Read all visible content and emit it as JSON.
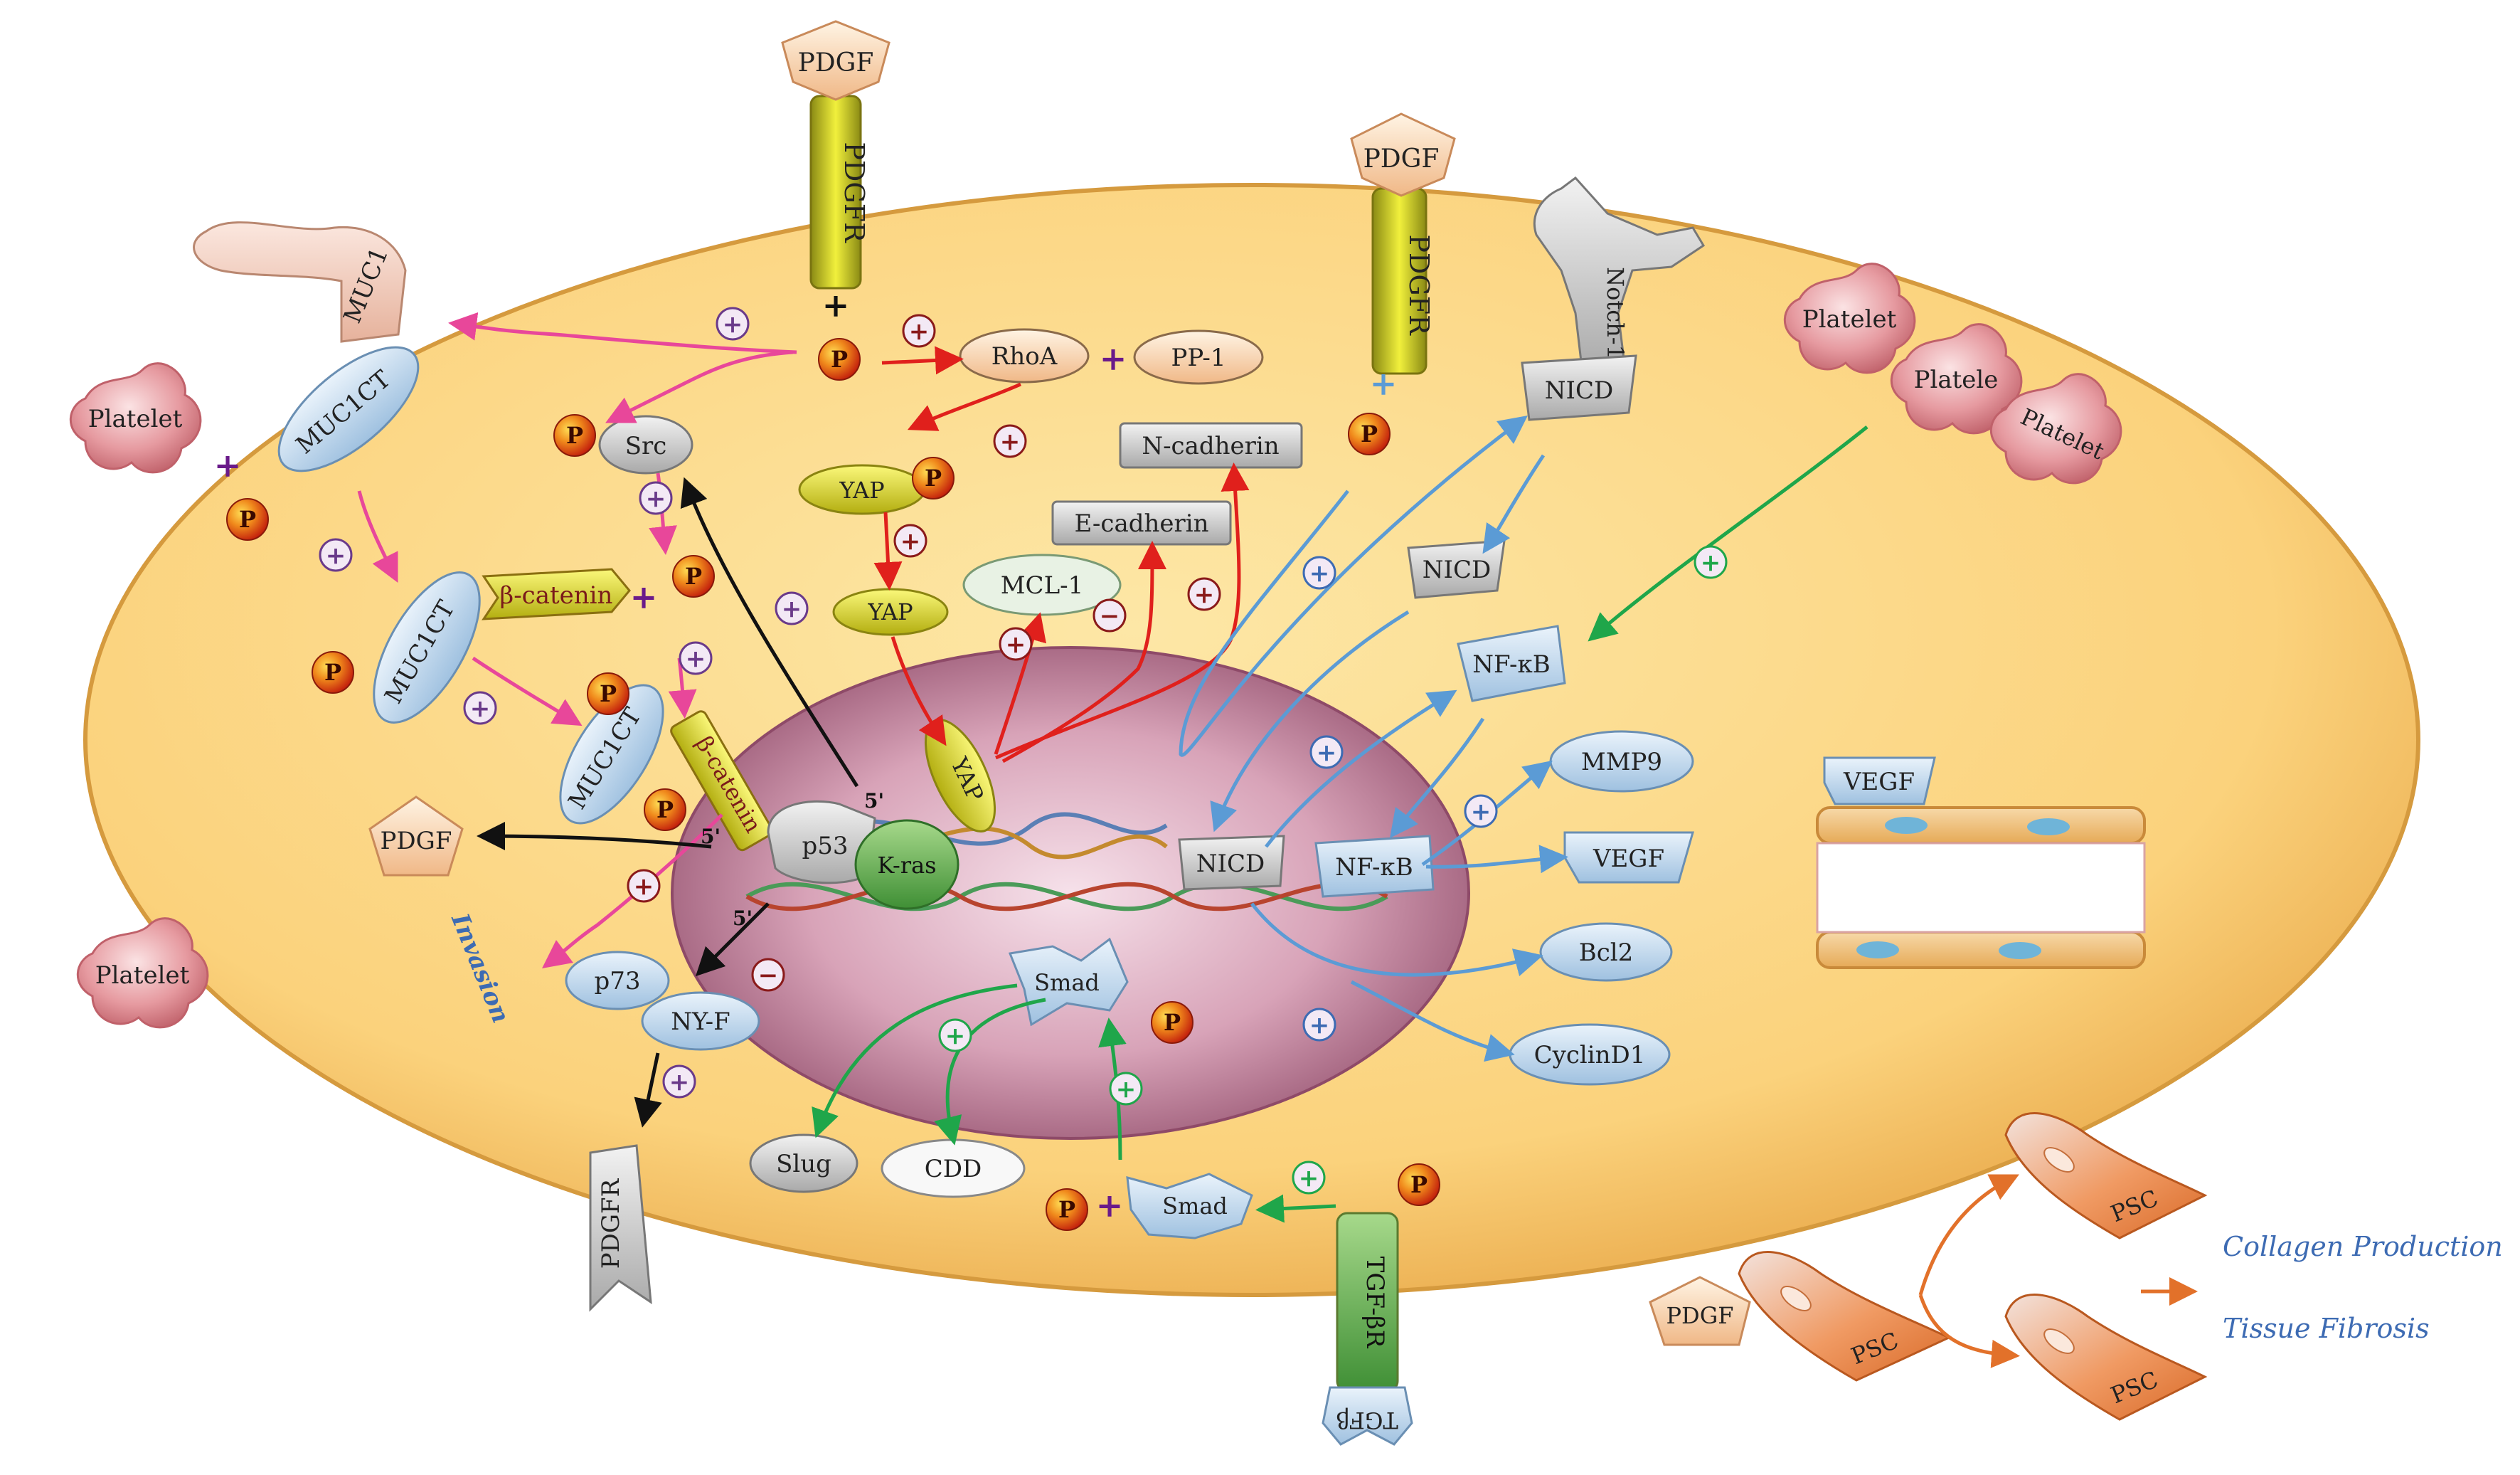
{
  "labels": {
    "pdgf": "PDGF",
    "pdgfr": "PDGFR",
    "mucict": "MUC1CT",
    "muc1": "MUC1",
    "platelet": "Platelet",
    "platele": "Platele",
    "p": "P",
    "src": "Src",
    "rhoa": "RhoA",
    "pp1": "PP-1",
    "yap": "YAP",
    "n_cadherin": "N-cadherin",
    "e_cadherin": "E-cadherin",
    "mcl1": "MCL-1",
    "beta_catenin": "β-catenin",
    "p53": "p53",
    "kras": "K-ras",
    "notch1": "Notch-1",
    "nicd": "NICD",
    "nfkb": "NF-κB",
    "mmp9": "MMP9",
    "vegf": "VEGF",
    "bcl2": "Bcl2",
    "cyclind1": "CyclinD1",
    "smad": "Smad",
    "slug": "Slug",
    "cdd": "CDD",
    "p73": "p73",
    "nyf": "NY-F",
    "tgfbr": "TGF-βR",
    "tgfb": "TGFβ",
    "psc": "PSC",
    "invasion": "Invasion",
    "plus": "+",
    "minus": "−",
    "five_prime": "5'"
  },
  "legend": {
    "collagen": "Collagen Production",
    "fibrosis": "Tissue Fibrosis"
  },
  "colors": {
    "cytoplasm": "#fbd27c",
    "nucleus": "#c98aa3",
    "pink_arrow": "#e8479a",
    "red_arrow": "#e0201c",
    "blue_arrow": "#5b9bd5",
    "green_arrow": "#1fa64a",
    "orange_arrow": "#e2712a",
    "legend_text": "#3d6bb3"
  }
}
